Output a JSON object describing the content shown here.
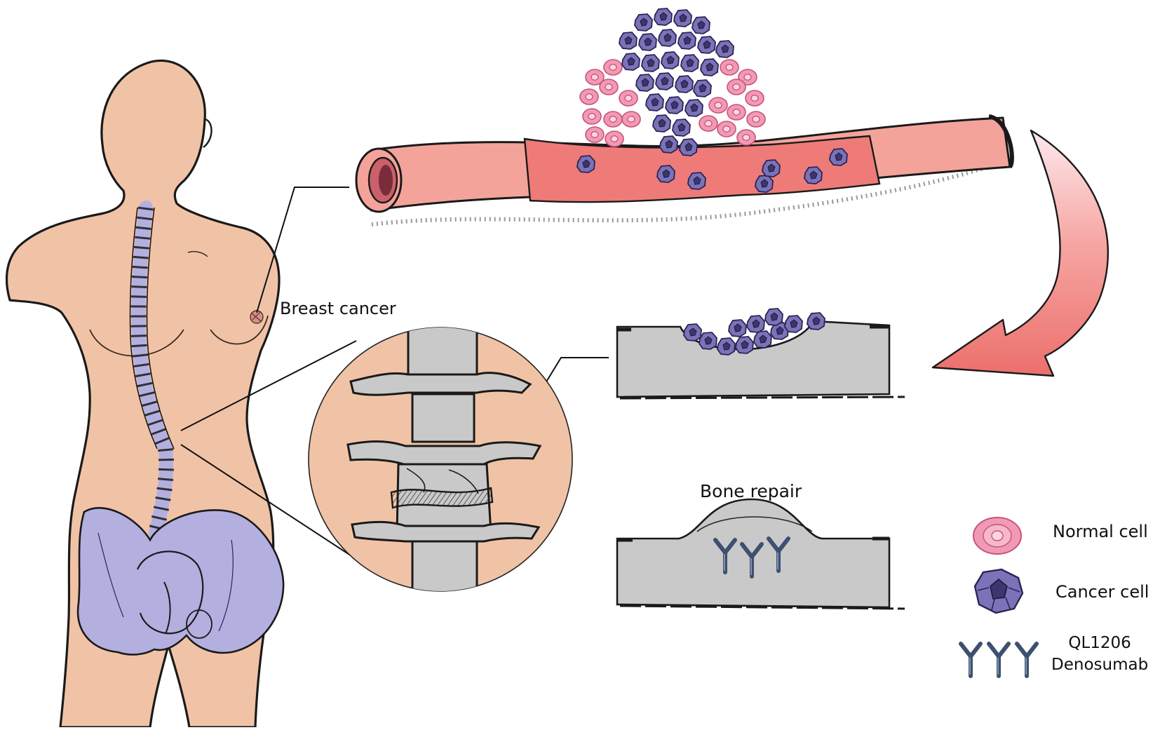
{
  "labels": {
    "breast_cancer": "Breast cancer",
    "bone_repair": "Bone repair"
  },
  "legend": {
    "normal_cell": "Normal cell",
    "cancer_cell": "Cancer cell",
    "drug_line1": "QL1206",
    "drug_line2": "Denosumab"
  },
  "colors": {
    "skin": "#f1c3a6",
    "bone_purple": "#b3b0e0",
    "vessel": "#f0847f",
    "vessel_dark": "#e96b6b",
    "normal_cell": "#f29ab4",
    "cancer_cell": "#6f68ad",
    "bone_gray": "#c9c9c9",
    "antibody": "#3e5070",
    "arrow": "#f08a86"
  },
  "icons": [
    "normal-cell-icon",
    "cancer-cell-icon",
    "antibody-icon",
    "curved-arrow-icon"
  ]
}
